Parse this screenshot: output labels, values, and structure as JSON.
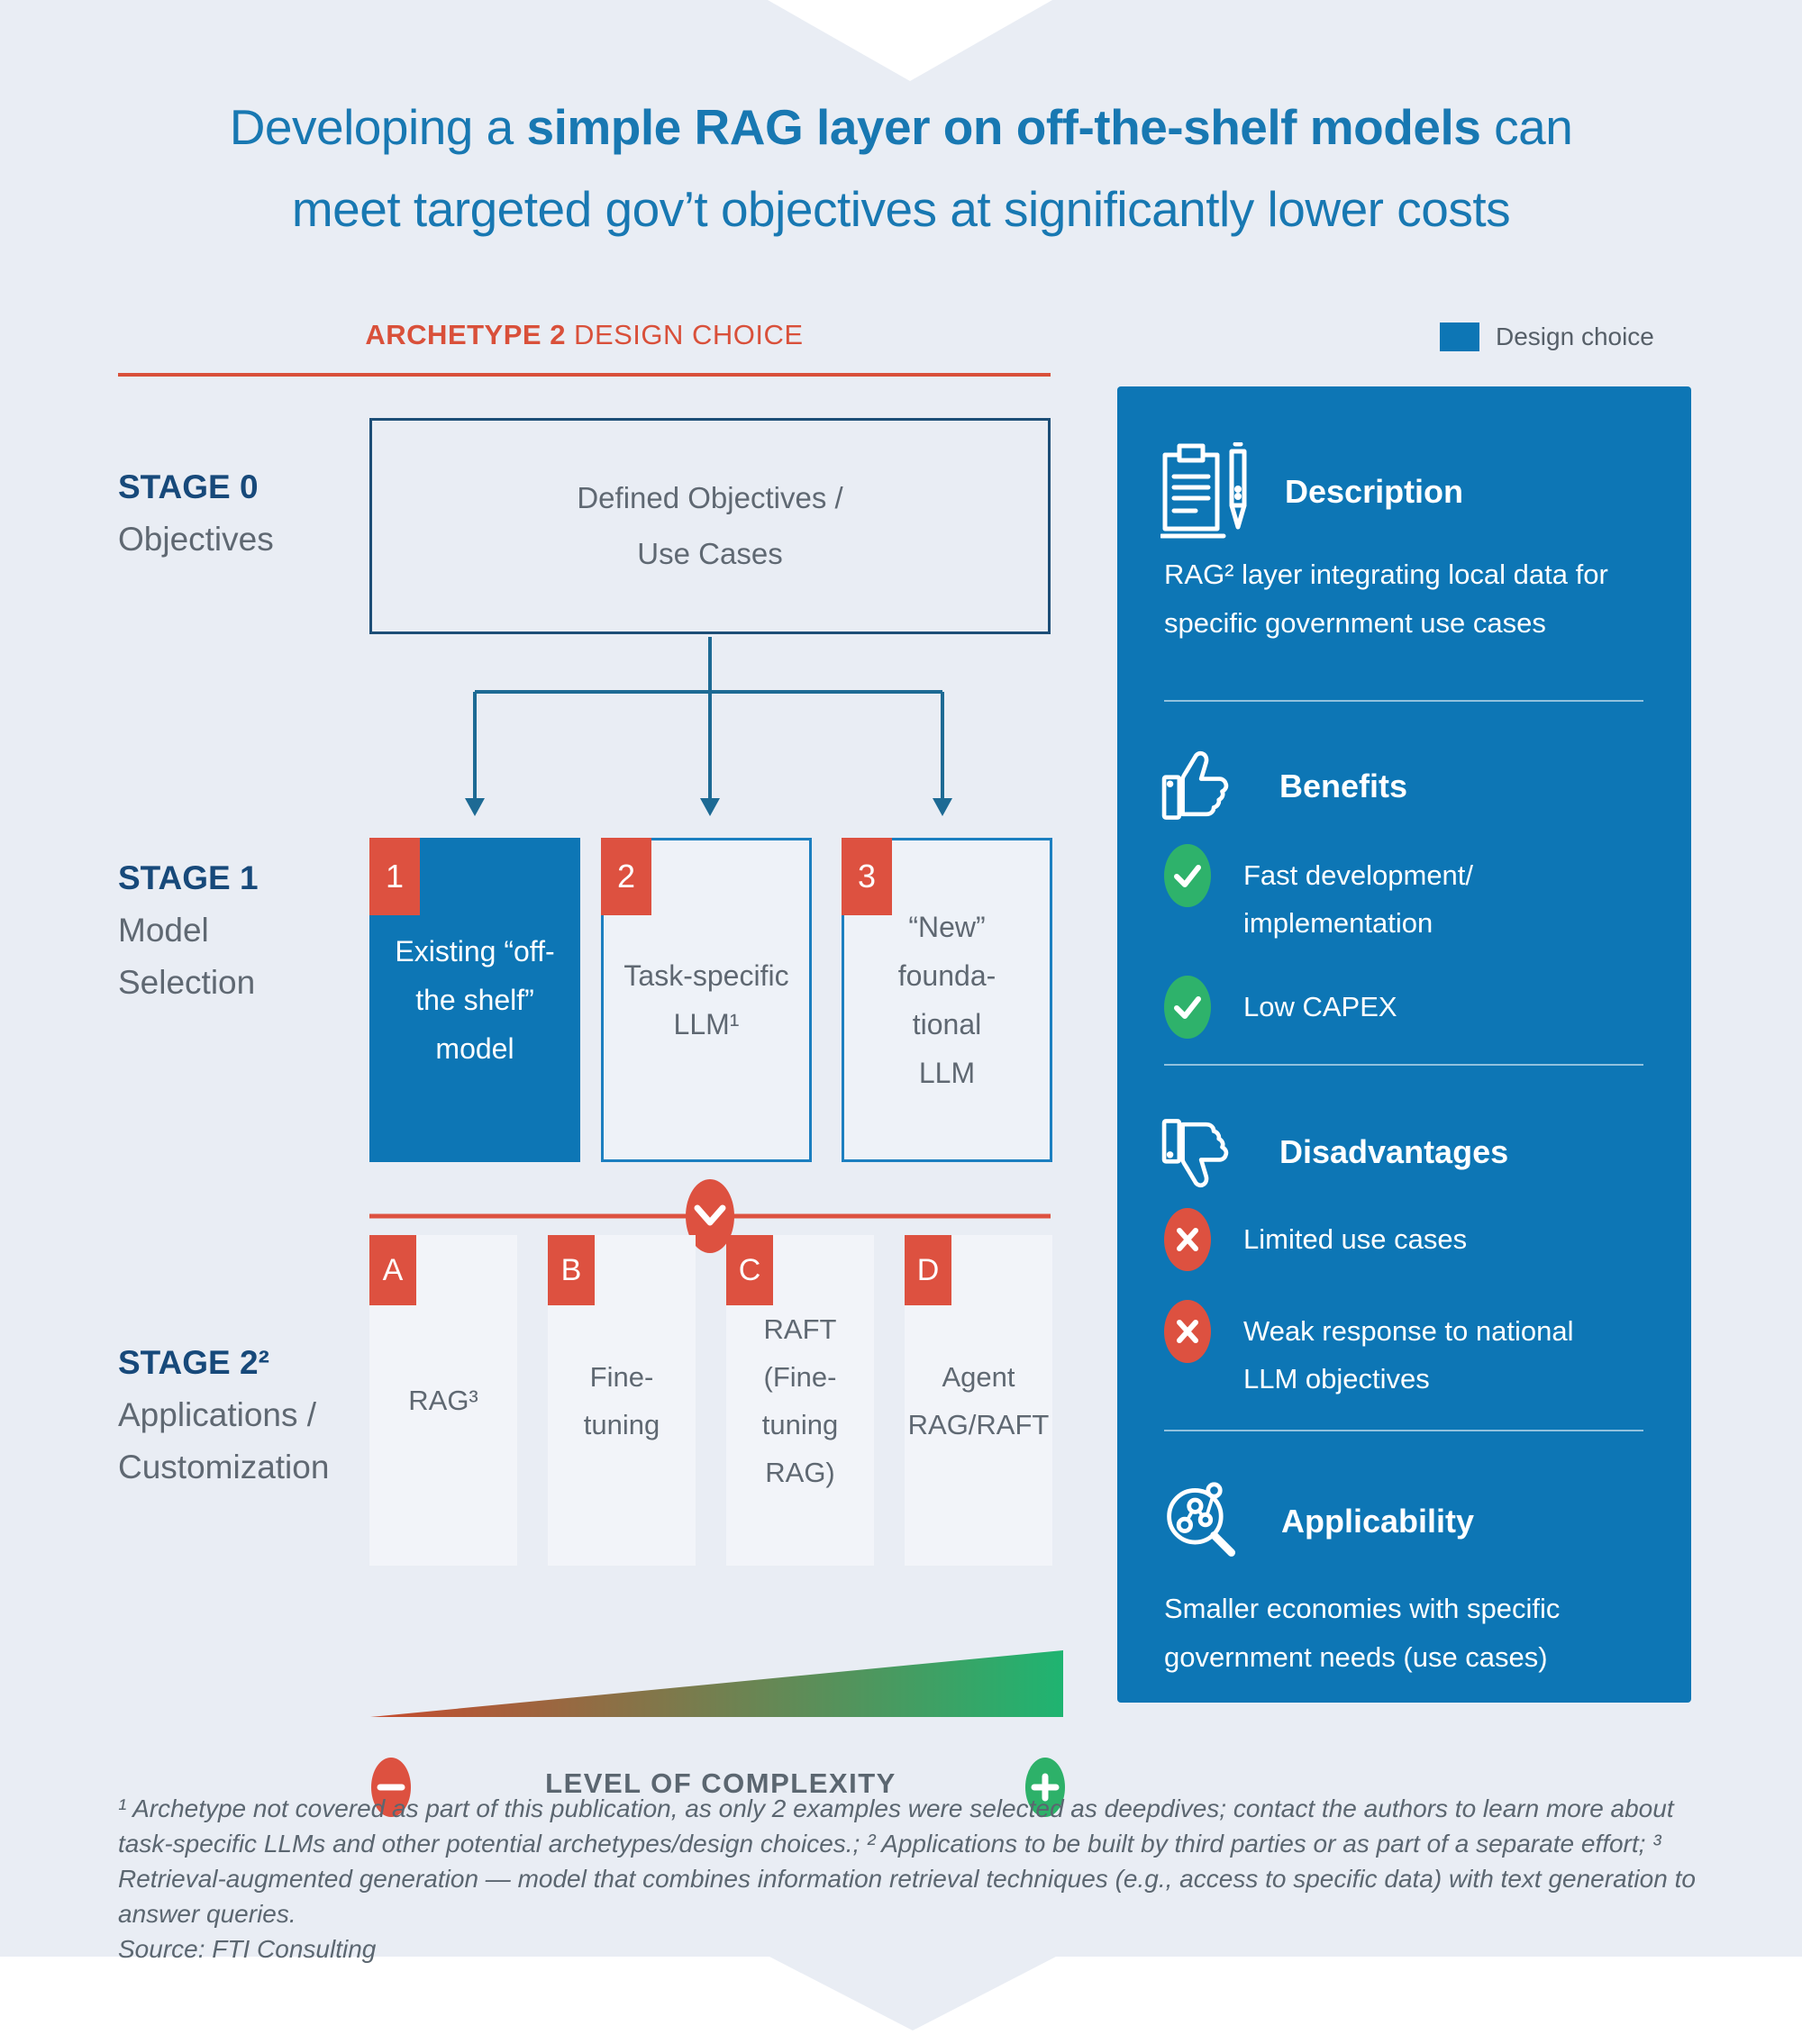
{
  "page": {
    "title": {
      "pre": "Developing a ",
      "bold": "simple RAG layer on off-the-shelf models",
      "post": " can",
      "line2": "meet targeted gov’t objectives at significantly lower costs"
    },
    "header": {
      "archetype": "ARCHETYPE 2",
      "rest": " DESIGN CHOICE"
    },
    "legend": {
      "label": "Design choice"
    }
  },
  "stages": {
    "stage0": {
      "label": "STAGE 0",
      "sublabel": "Objectives",
      "box_line1": "Defined Objectives /",
      "box_line2": "Use Cases"
    },
    "stage1": {
      "label": "STAGE 1",
      "sublabel1": "Model",
      "sublabel2": "Selection",
      "options": [
        {
          "badge": "1",
          "text": "Existing “off-\nthe shelf”\nmodel",
          "selected": "true"
        },
        {
          "badge": "2",
          "text": "Task-specific\nLLM¹",
          "selected": "false"
        },
        {
          "badge": "3",
          "text": "“New”\nfounda-\ntional\nLLM",
          "selected": "false"
        }
      ]
    },
    "stage2": {
      "label": "STAGE 2²",
      "sublabel1": "Applications /",
      "sublabel2": "Customization",
      "options": [
        {
          "badge": "A",
          "text": "RAG³"
        },
        {
          "badge": "B",
          "text": "Fine-\ntuning"
        },
        {
          "badge": "C",
          "text": "RAFT\n(Fine-\ntuning\nRAG)"
        },
        {
          "badge": "D",
          "text": "Agent\nRAG/RAFT"
        }
      ]
    }
  },
  "complexity": {
    "label": "LEVEL OF COMPLEXITY"
  },
  "panel": {
    "description": {
      "heading": "Description",
      "body": "RAG² layer integrating local data for specific government use cases"
    },
    "benefits": {
      "heading": "Benefits",
      "items": [
        "Fast development/\nimplementation",
        "Low CAPEX"
      ]
    },
    "disadvantages": {
      "heading": "Disadvantages",
      "items": [
        "Limited use cases",
        "Weak response to national\nLLM objectives"
      ]
    },
    "applicability": {
      "heading": "Applicability",
      "body": "Smaller economies with specific government needs (use cases)"
    }
  },
  "footnote": {
    "text": "¹ Archetype not covered as part of this publication, as only 2 examples were selected as deepdives; contact the authors to learn more about task-specific LLMs and other potential archetypes/design choices.; ² Applications to be built by third parties or as part of a separate effort; ³ Retrieval-augmented generation — model that combines information retrieval techniques (e.g., access to specific data) with text generation to answer queries.",
    "source": "Source: FTI Consulting"
  },
  "colors": {
    "background": "#e9edf4",
    "panel_blue": "#0d76b5",
    "design_choice_blue": "#0d76b5",
    "navy": "#1d4e77",
    "red": "#dd5140",
    "green": "#2eb26b",
    "title_blue": "#1878b2",
    "gray_text": "#5f6872",
    "wedge_start": "#c74b2e",
    "wedge_end": "#1fb471"
  }
}
